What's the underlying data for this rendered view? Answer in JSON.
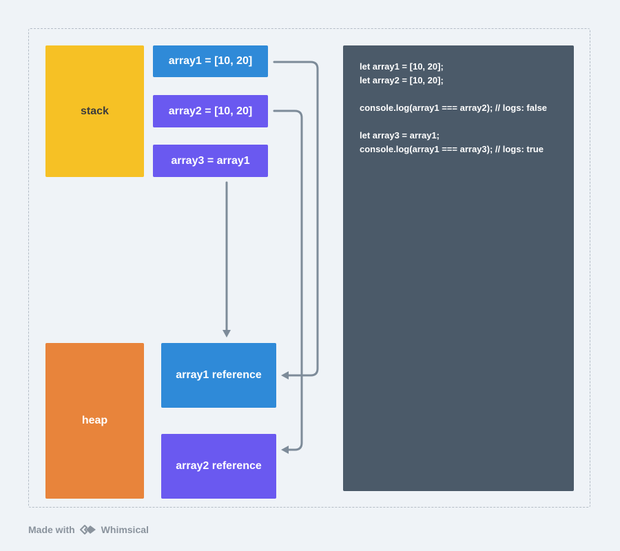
{
  "stack": {
    "label": "stack"
  },
  "heap": {
    "label": "heap"
  },
  "stack_items": {
    "array1": "array1 = [10, 20]",
    "array2": "array2 = [10, 20]",
    "array3": "array3 = array1"
  },
  "heap_items": {
    "ref1": "array1 reference",
    "ref2": "array2 reference"
  },
  "code_lines": [
    "let array1 = [10, 20];",
    "let array2 = [10, 20];",
    "",
    "console.log(array1 === array2); // logs: false",
    "",
    "let array3 = array1;",
    "console.log(array1 === array3); // logs: true"
  ],
  "footer": {
    "made_with": "Made with",
    "brand": "Whimsical",
    "logo_icon": "whimsical-logo-icon"
  },
  "colors": {
    "background": "#eff3f7",
    "stack": "#f6c125",
    "heap": "#e8843b",
    "blue": "#2f8ad8",
    "purple": "#6a59f0",
    "code_panel": "#4b5a69",
    "arrow": "#7d8b99"
  }
}
